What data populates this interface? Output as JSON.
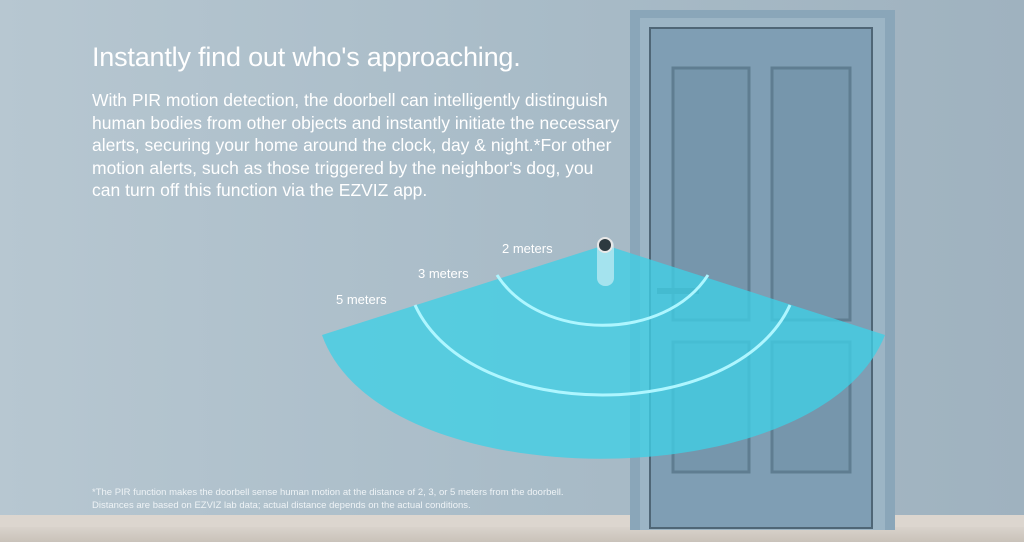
{
  "headline": "Instantly find out who's approaching.",
  "body": "With PIR motion detection, the doorbell can intelligently distinguish human bodies from other objects and instantly initiate the necessary alerts, securing your home around the clock, day & night.*For other motion alerts, such as those triggered by the neighbor's dog, you can turn off this function via the EZVIZ app.",
  "distances": [
    "2 meters",
    "3 meters",
    "5 meters"
  ],
  "footnote": [
    "*The PIR function makes the doorbell sense human motion at the distance of 2, 3, or 5 meters from the doorbell.",
    "Distances are based on EZVIZ lab data; actual distance depends on the actual conditions."
  ],
  "colors": {
    "wall": "#aebfca",
    "door": "#7f9eb4",
    "fan": "#3fd0e6",
    "arc": "#aef6ff"
  }
}
